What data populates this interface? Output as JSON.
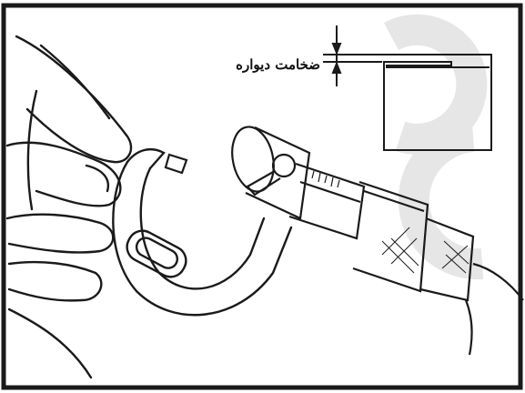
{
  "figure": {
    "label_text": "ضخامت دیواره",
    "colors": {
      "line": "#1a1a1a",
      "background": "#ffffff",
      "watermark": "#e4e4e4"
    },
    "parts": [
      "hand",
      "micrometer-frame",
      "anvil",
      "spindle",
      "thimble",
      "ratchet",
      "locking-lever",
      "pipe-section-inset",
      "thickness-dimension"
    ]
  }
}
